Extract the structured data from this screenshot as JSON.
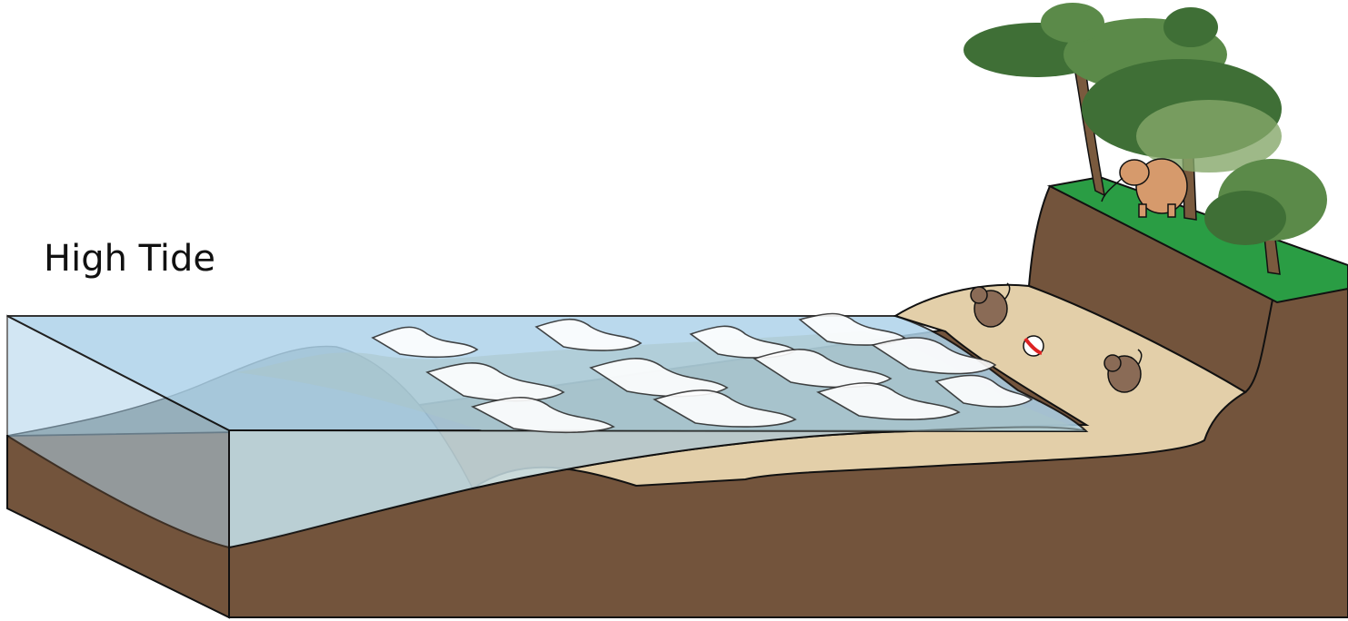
{
  "title": "High Tide",
  "colors": {
    "background": "#ffffff",
    "earth": "#73543c",
    "sand": "#e3cfa9",
    "water_surface": "#aed3ea",
    "water_front": "#c6dde3",
    "seafloor_submerged": "#7a8583",
    "grass": "#2a9d44",
    "foliage_dark": "#3f6f36",
    "foliage_mid": "#5b8a49",
    "foliage_light": "#86a86a",
    "trunk": "#7a5a3e",
    "foam": "#ffffff",
    "outline": "#111111"
  },
  "objects": [
    "ocean-block",
    "waves",
    "beach",
    "cliff",
    "trees",
    "elephant",
    "wolf",
    "wolf",
    "beach-ball"
  ]
}
